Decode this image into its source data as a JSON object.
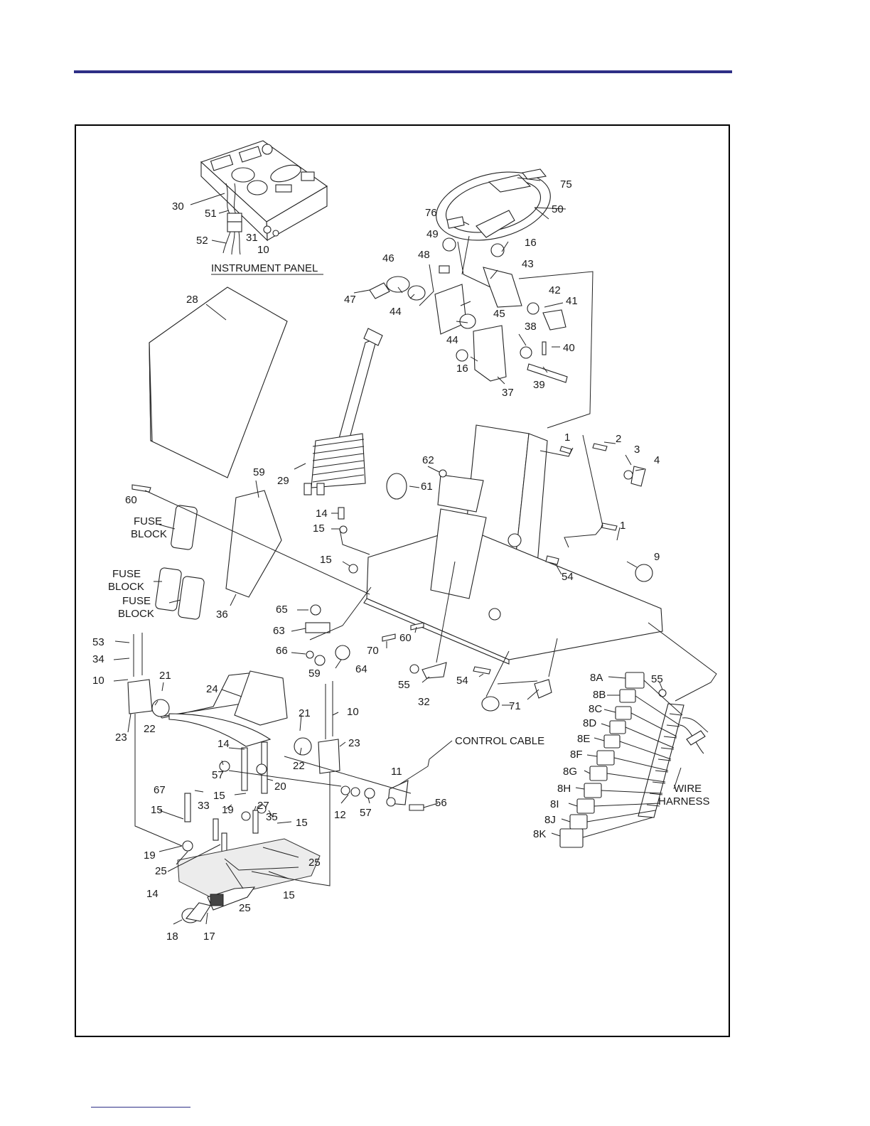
{
  "colors": {
    "header_rule": "#2e2f86",
    "frame": "#000000"
  },
  "labels": {
    "instrument_panel": "INSTRUMENT PANEL",
    "control_cable": "CONTROL CABLE",
    "wire": "WIRE",
    "harness": "HARNESS",
    "fuse": "FUSE",
    "block": "BLOCK"
  },
  "callouts": [
    {
      "id": "c75",
      "text": "75"
    },
    {
      "id": "c50",
      "text": "50"
    },
    {
      "id": "c76",
      "text": "76"
    },
    {
      "id": "c49",
      "text": "49"
    },
    {
      "id": "c16a",
      "text": "16"
    },
    {
      "id": "c48",
      "text": "48"
    },
    {
      "id": "c46",
      "text": "46"
    },
    {
      "id": "c43",
      "text": "43"
    },
    {
      "id": "c47",
      "text": "47"
    },
    {
      "id": "c42",
      "text": "42"
    },
    {
      "id": "c41",
      "text": "41"
    },
    {
      "id": "c44a",
      "text": "44"
    },
    {
      "id": "c45",
      "text": "45"
    },
    {
      "id": "c44b",
      "text": "44"
    },
    {
      "id": "c38",
      "text": "38"
    },
    {
      "id": "c40",
      "text": "40"
    },
    {
      "id": "c16b",
      "text": "16"
    },
    {
      "id": "c39",
      "text": "39"
    },
    {
      "id": "c37",
      "text": "37"
    },
    {
      "id": "c30",
      "text": "30"
    },
    {
      "id": "c51",
      "text": "51"
    },
    {
      "id": "c52",
      "text": "52"
    },
    {
      "id": "c31",
      "text": "31"
    },
    {
      "id": "c10a",
      "text": "10"
    },
    {
      "id": "c28",
      "text": "28"
    },
    {
      "id": "c1a",
      "text": "1"
    },
    {
      "id": "c2",
      "text": "2"
    },
    {
      "id": "c3",
      "text": "3"
    },
    {
      "id": "c4",
      "text": "4"
    },
    {
      "id": "c62",
      "text": "62"
    },
    {
      "id": "c61",
      "text": "61"
    },
    {
      "id": "c29",
      "text": "29"
    },
    {
      "id": "c59a",
      "text": "59"
    },
    {
      "id": "c60a",
      "text": "60"
    },
    {
      "id": "c14a",
      "text": "14"
    },
    {
      "id": "c15a",
      "text": "15"
    },
    {
      "id": "c1b",
      "text": "1"
    },
    {
      "id": "c9",
      "text": "9"
    },
    {
      "id": "c15b",
      "text": "15"
    },
    {
      "id": "c54a",
      "text": "54"
    },
    {
      "id": "c36",
      "text": "36"
    },
    {
      "id": "c65",
      "text": "65"
    },
    {
      "id": "c63",
      "text": "63"
    },
    {
      "id": "c66",
      "text": "66"
    },
    {
      "id": "c59b",
      "text": "59"
    },
    {
      "id": "c64",
      "text": "64"
    },
    {
      "id": "c70",
      "text": "70"
    },
    {
      "id": "c60b",
      "text": "60"
    },
    {
      "id": "c55a",
      "text": "55"
    },
    {
      "id": "c32",
      "text": "32"
    },
    {
      "id": "c54b",
      "text": "54"
    },
    {
      "id": "c71",
      "text": "71"
    },
    {
      "id": "c53",
      "text": "53"
    },
    {
      "id": "c34",
      "text": "34"
    },
    {
      "id": "c10b",
      "text": "10"
    },
    {
      "id": "c21a",
      "text": "21"
    },
    {
      "id": "c24",
      "text": "24"
    },
    {
      "id": "c23a",
      "text": "23"
    },
    {
      "id": "c22a",
      "text": "22"
    },
    {
      "id": "c21b",
      "text": "21"
    },
    {
      "id": "c10c",
      "text": "10"
    },
    {
      "id": "c14b",
      "text": "14"
    },
    {
      "id": "c22b",
      "text": "22"
    },
    {
      "id": "c23b",
      "text": "23"
    },
    {
      "id": "c57a",
      "text": "57"
    },
    {
      "id": "c20",
      "text": "20"
    },
    {
      "id": "c11",
      "text": "11"
    },
    {
      "id": "c56",
      "text": "56"
    },
    {
      "id": "c12",
      "text": "12"
    },
    {
      "id": "c57b",
      "text": "57"
    },
    {
      "id": "c67",
      "text": "67"
    },
    {
      "id": "c33",
      "text": "33"
    },
    {
      "id": "c15c",
      "text": "15"
    },
    {
      "id": "c19a",
      "text": "19"
    },
    {
      "id": "c27",
      "text": "27"
    },
    {
      "id": "c35",
      "text": "35"
    },
    {
      "id": "c15d",
      "text": "15"
    },
    {
      "id": "c15e",
      "text": "15"
    },
    {
      "id": "c19b",
      "text": "19"
    },
    {
      "id": "c25a",
      "text": "25"
    },
    {
      "id": "c25b",
      "text": "25"
    },
    {
      "id": "c14c",
      "text": "14"
    },
    {
      "id": "c15f",
      "text": "15"
    },
    {
      "id": "c25c",
      "text": "25"
    },
    {
      "id": "c18",
      "text": "18"
    },
    {
      "id": "c17",
      "text": "17"
    },
    {
      "id": "c8A",
      "text": "8A"
    },
    {
      "id": "c55b",
      "text": "55"
    },
    {
      "id": "c8B",
      "text": "8B"
    },
    {
      "id": "c8C",
      "text": "8C"
    },
    {
      "id": "c8D",
      "text": "8D"
    },
    {
      "id": "c8E",
      "text": "8E"
    },
    {
      "id": "c8F",
      "text": "8F"
    },
    {
      "id": "c8G",
      "text": "8G"
    },
    {
      "id": "c8H",
      "text": "8H"
    },
    {
      "id": "c8I",
      "text": "8I"
    },
    {
      "id": "c8J",
      "text": "8J"
    },
    {
      "id": "c8K",
      "text": "8K"
    }
  ]
}
